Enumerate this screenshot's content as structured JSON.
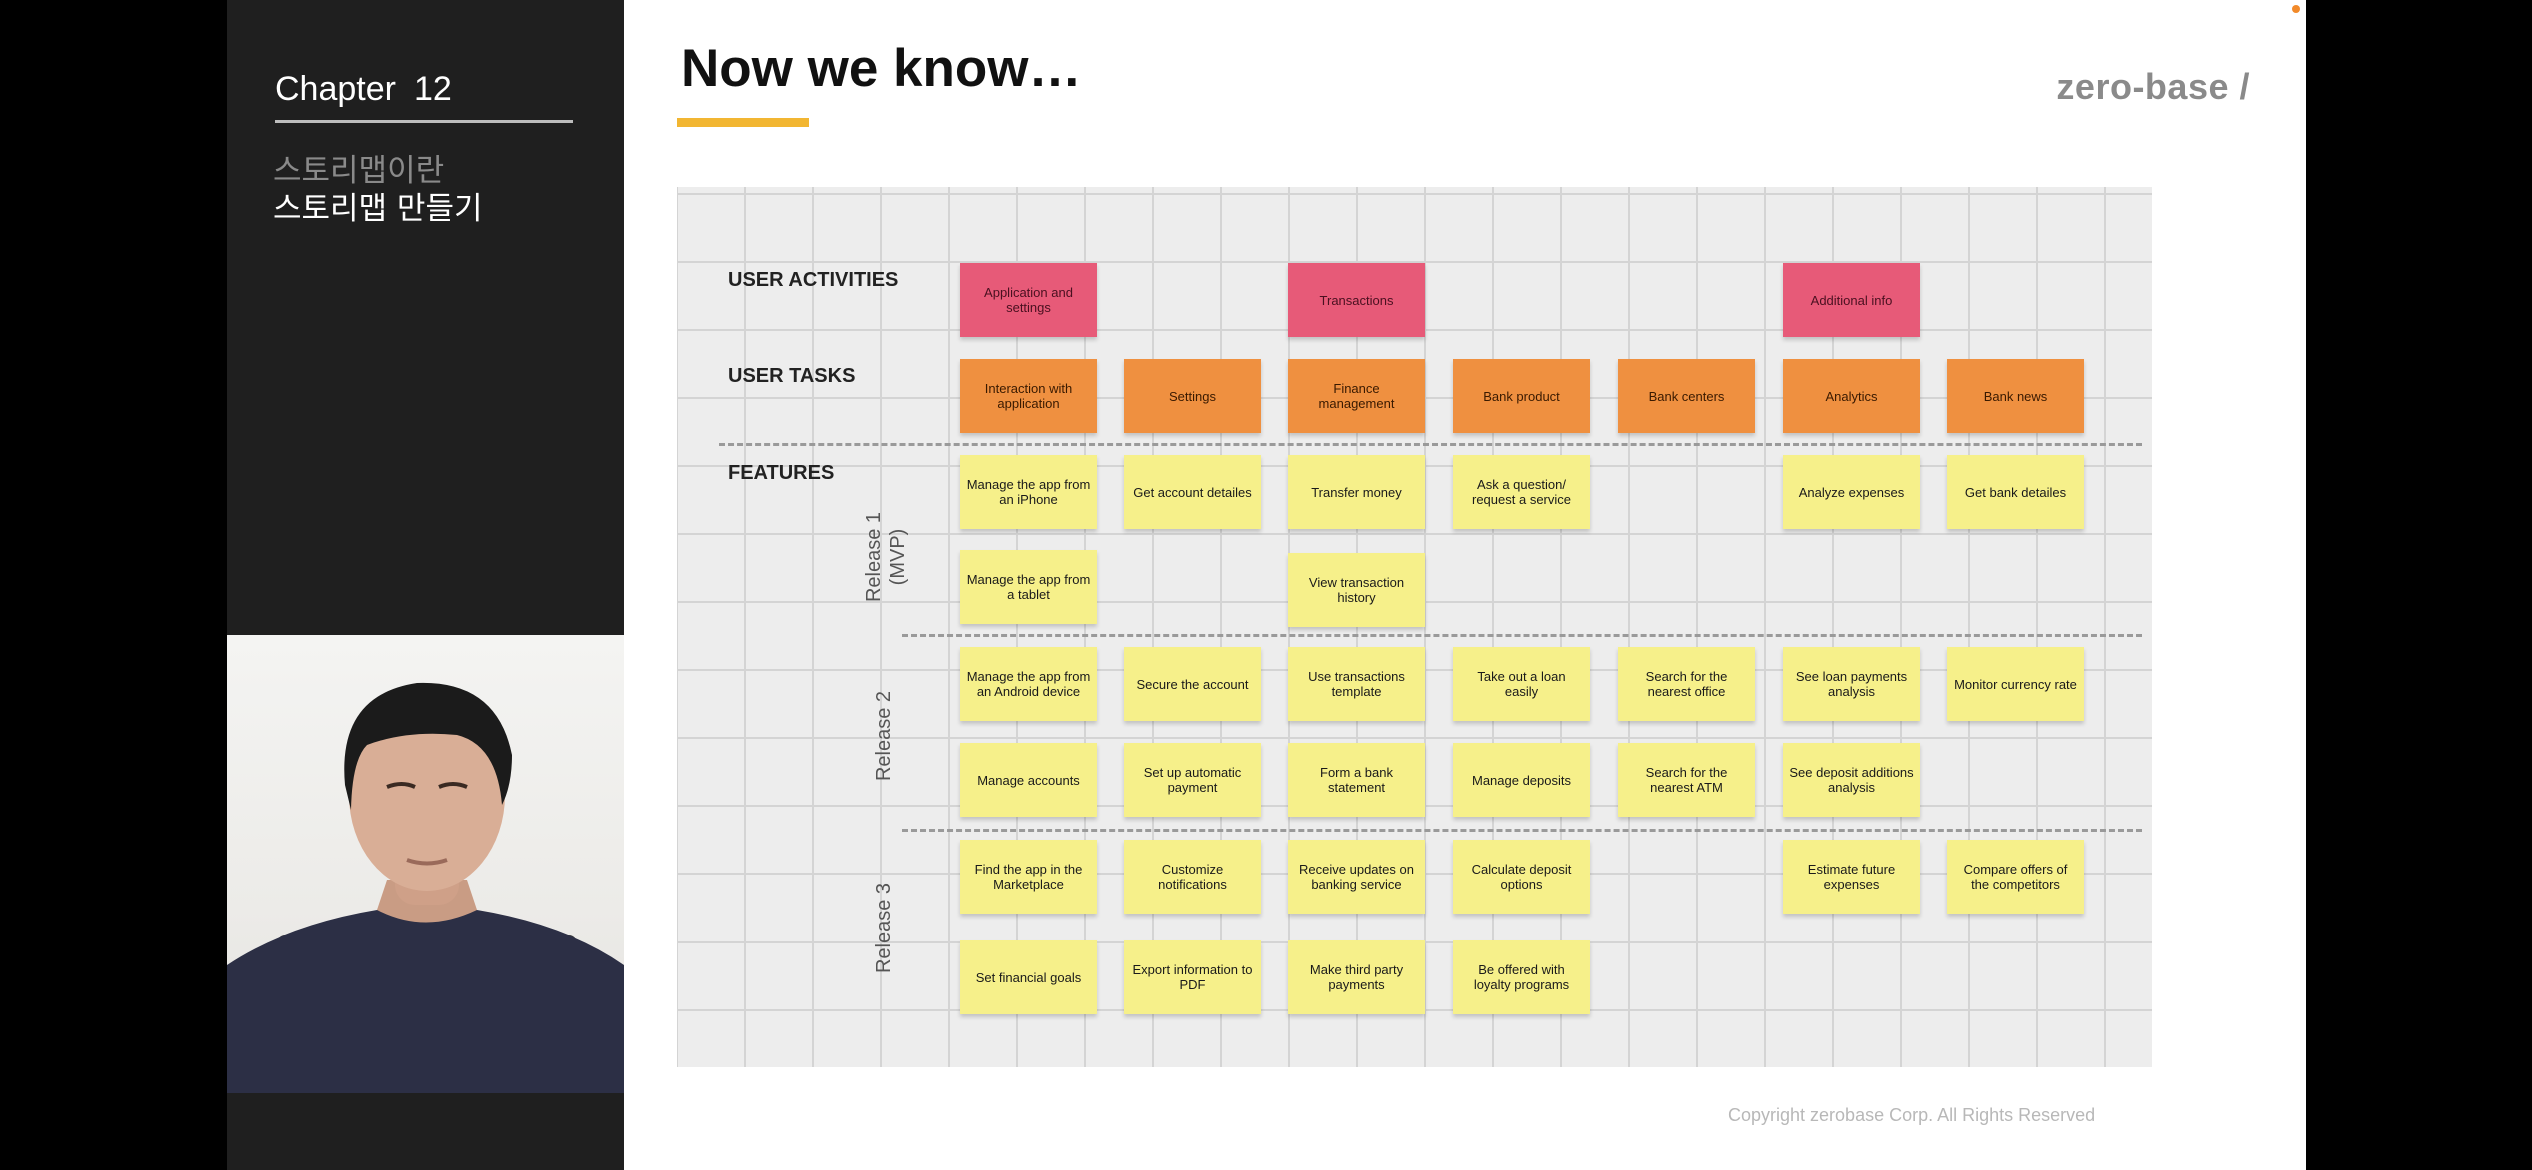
{
  "sidebar": {
    "chapter_label": "Chapter",
    "chapter_number": "12",
    "subtitle_1": "스토리맵이란",
    "subtitle_2": "스토리맵 만들기"
  },
  "slide": {
    "title": "Now we know…",
    "logo": "zero-base /",
    "copyright": "Copyright zerobase Corp. All Rights Reserved",
    "accent_color": "#f2b632"
  },
  "board": {
    "rows": {
      "activities": "USER ACTIVITIES",
      "tasks": "USER TASKS",
      "features": "FEATURES"
    },
    "releases": {
      "r1_line1": "Release 1",
      "r1_line2": "(MVP)",
      "r2": "Release 2",
      "r3": "Release 3"
    },
    "activities": [
      "Application and settings",
      "Transactions",
      "Additional info"
    ],
    "tasks": [
      "Interaction with application",
      "Settings",
      "Finance management",
      "Bank product",
      "Bank centers",
      "Analytics",
      "Bank news"
    ],
    "features": {
      "r1a": [
        "Manage the app from an iPhone",
        "Get account detailes",
        "Transfer money",
        "Ask a question/ request a service",
        "Analyze expenses",
        "Get bank detailes"
      ],
      "r1b": [
        "Manage the app from a tablet",
        "View transaction history"
      ],
      "r2a": [
        "Manage the app from an Android device",
        "Secure the account",
        "Use transactions template",
        "Take out a loan easily",
        "Search for the nearest office",
        "See loan payments analysis",
        "Monitor currency rate"
      ],
      "r2b": [
        "Manage accounts",
        "Set up automatic payment",
        "Form a bank statement",
        "Manage deposits",
        "Search for the nearest ATM",
        "See deposit additions analysis"
      ],
      "r3a": [
        "Find the app in the Marketplace",
        "Customize notifications",
        "Receive updates on banking service",
        "Calculate deposit options",
        "Estimate future expenses",
        "Compare offers of the competitors"
      ],
      "r3b": [
        "Set financial goals",
        "Export information to PDF",
        "Make third party payments",
        "Be offered with loyalty programs"
      ]
    }
  }
}
